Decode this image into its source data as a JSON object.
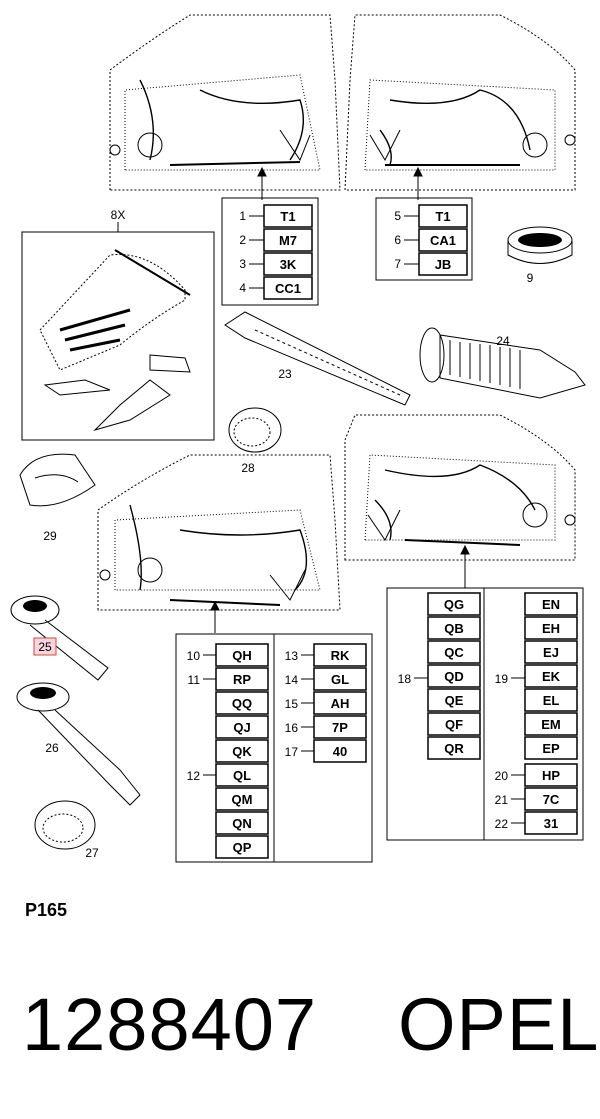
{
  "groups": {
    "top_left": {
      "items": [
        {
          "num": "1",
          "code": "T1"
        },
        {
          "num": "2",
          "code": "M7"
        },
        {
          "num": "3",
          "code": "3K"
        },
        {
          "num": "4",
          "code": "CC1"
        }
      ]
    },
    "top_right": {
      "items": [
        {
          "num": "5",
          "code": "T1"
        },
        {
          "num": "6",
          "code": "CA1"
        },
        {
          "num": "7",
          "code": "JB"
        }
      ]
    },
    "bottom_left": {
      "n10": "10",
      "c10": "QH",
      "n11": "11",
      "c11": "RP",
      "n12": "12",
      "stack12": [
        "QQ",
        "QJ",
        "QK",
        "QL",
        "QM",
        "QN",
        "QP"
      ],
      "right": [
        {
          "num": "13",
          "code": "RK"
        },
        {
          "num": "14",
          "code": "GL"
        },
        {
          "num": "15",
          "code": "AH"
        },
        {
          "num": "16",
          "code": "7P"
        },
        {
          "num": "17",
          "code": "40"
        }
      ]
    },
    "bottom_right": {
      "n18": "18",
      "stack18": [
        "QG",
        "QB",
        "QC",
        "QD",
        "QE",
        "QF",
        "QR"
      ],
      "n19": "19",
      "stack19": [
        "EN",
        "EH",
        "EJ",
        "EK",
        "EL",
        "EM",
        "EP"
      ],
      "singles": [
        {
          "num": "20",
          "code": "HP"
        },
        {
          "num": "21",
          "code": "7C"
        },
        {
          "num": "22",
          "code": "31"
        }
      ]
    }
  },
  "parts": {
    "p8": "8X",
    "p9": "9",
    "p23": "23",
    "p24": "24",
    "p25": "25",
    "p26": "26",
    "p27": "27",
    "p28": "28",
    "p29": "29"
  },
  "footer": {
    "page_code": "P165",
    "part_number": "1288407",
    "brand": "OPEL"
  }
}
